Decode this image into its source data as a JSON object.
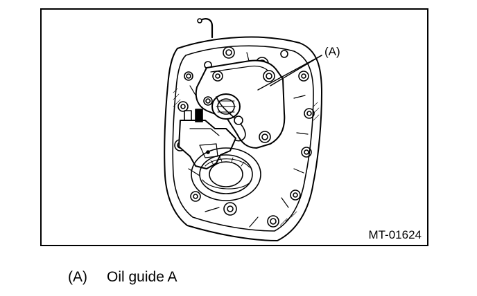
{
  "figure": {
    "callout_label": "(A)",
    "code": "MT-01624"
  },
  "legend": {
    "items": [
      {
        "key": "(A)",
        "text": "Oil guide A"
      }
    ]
  },
  "colors": {
    "line": "#000000",
    "background": "#ffffff"
  }
}
